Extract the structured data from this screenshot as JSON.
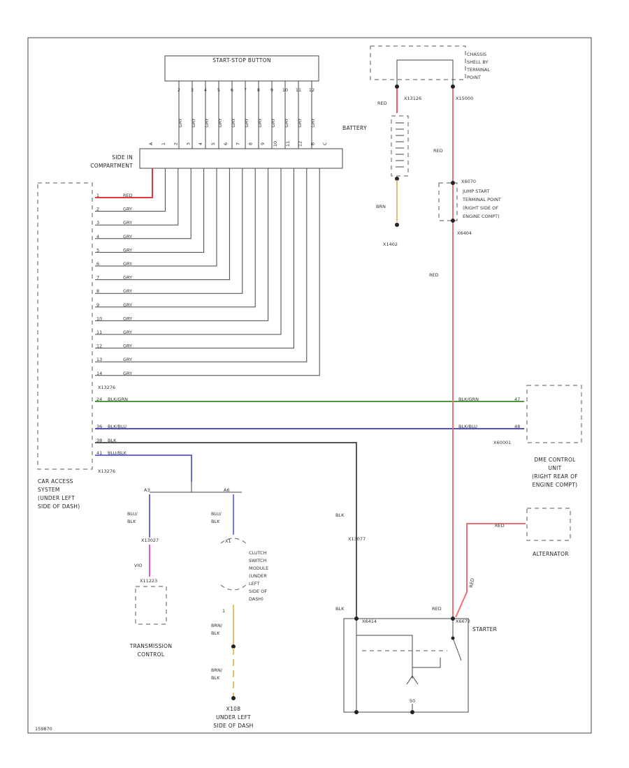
{
  "start_stop": {
    "title": "START-STOP BUTTON",
    "pins": [
      "2",
      "3",
      "4",
      "5",
      "6",
      "7",
      "8",
      "9",
      "10",
      "11",
      "12"
    ],
    "wire_colors": [
      "GRY",
      "GRY",
      "GRY",
      "GRY",
      "GRY",
      "GRY",
      "GRY",
      "GRY",
      "GRY",
      "GRY",
      "GRY"
    ]
  },
  "connector_top": {
    "label_line1": "SIDE IN",
    "label_line2": "COMPARTMENT",
    "pins": [
      "A",
      "1",
      "2",
      "3",
      "4",
      "5",
      "6",
      "7",
      "8",
      "9",
      "10",
      "11",
      "12",
      "B",
      "C"
    ]
  },
  "cas_module": {
    "pins": [
      "1",
      "2",
      "3",
      "4",
      "5",
      "6",
      "7",
      "8",
      "9",
      "10",
      "11",
      "12",
      "13",
      "14"
    ],
    "colors": [
      "RED",
      "GRY",
      "GRY",
      "GRY",
      "GRY",
      "GRY",
      "GRY",
      "GRY",
      "GRY",
      "GRY",
      "GRY",
      "GRY",
      "GRY",
      "GRY"
    ],
    "connector_a": "X13276",
    "connector_b": "X13276",
    "lower_pins": [
      {
        "pin": "24",
        "color": "BLK/GRN"
      },
      {
        "pin": "36",
        "color": "BLK/BLU"
      },
      {
        "pin": "38",
        "color": "BLK"
      },
      {
        "pin": "41",
        "color": "BLU/BLK"
      }
    ],
    "desc": [
      "CAR ACCESS",
      "SYSTEM",
      "(UNDER LEFT",
      "SIDE OF DASH)"
    ]
  },
  "battery": {
    "label": "BATTERY",
    "top_conn": "X13126",
    "ground": "X1402",
    "wire_top": "RED",
    "wire_bottom": "BRN"
  },
  "chassis": {
    "lines": [
      "CHASSIS",
      "SHELL BY",
      "TERMINAL",
      "POINT"
    ],
    "conn": "X15000"
  },
  "jump_start": {
    "conn_top": "X6070",
    "lines": [
      "JUMP START",
      "TERMINAL POINT",
      "(RIGHT SIDE OF",
      "ENGINE COMPT)"
    ],
    "conn_bottom": "X6404",
    "wire_upper": "RED",
    "wire_lower": "RED"
  },
  "dme": {
    "wire1": "BLK/GRN",
    "wire2": "BLK/BLU",
    "conn": "X60001",
    "pin1": "47",
    "pin2": "48",
    "lines": [
      "DME CONTROL",
      "UNIT",
      "(RIGHT REAR OF",
      "ENGINE COMPT)"
    ]
  },
  "alternator": {
    "label": "ALTERNATOR",
    "wire": "RED",
    "wire_side": "RED"
  },
  "starter": {
    "label": "STARTER",
    "wire_blk": "BLK",
    "wire_red": "RED",
    "conn_left": "X6414",
    "conn_right": "X6672",
    "pin": "50"
  },
  "lower_left": {
    "splice_a": "A3",
    "splice_b": "A6",
    "wire_a1": "BLU/",
    "wire_a2": "BLK",
    "wire_b1": "BLU/",
    "wire_b2": "BLK",
    "conn_a": "X13027",
    "wire_vio": "VIO",
    "trans_conn": "X11223",
    "trans_lines": [
      "TRANSMISSION",
      "CONTROL"
    ],
    "clutch_conn": "X1",
    "clutch_lines": [
      "CLUTCH",
      "SWITCH",
      "MODULE",
      "(UNDER",
      "LEFT",
      "SIDE OF",
      "DASH)"
    ],
    "clutch_pin": "1",
    "brn1": "BRN/",
    "brn1b": "BLK",
    "brn2": "BRN/",
    "brn2b": "BLK",
    "ground_conn": "X108",
    "ground_lines": [
      "UNDER LEFT",
      "SIDE OF DASH"
    ],
    "blk_label": "BLK",
    "blk_conn": "X13077",
    "blk_label2": "BLK"
  },
  "footer": {
    "code": "159870"
  }
}
